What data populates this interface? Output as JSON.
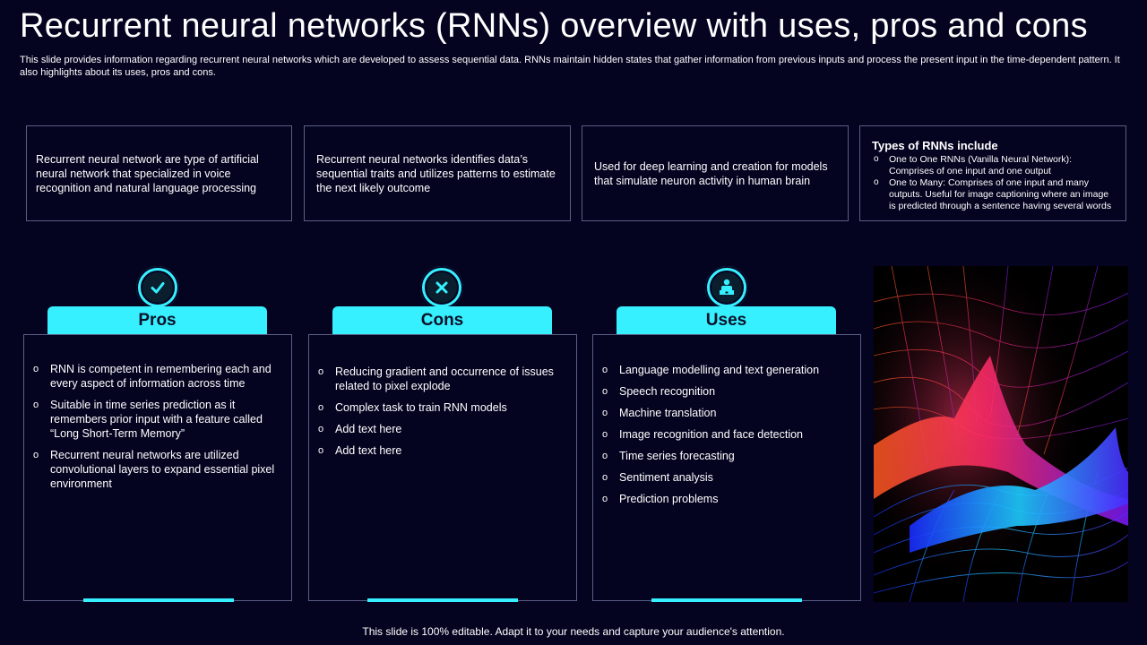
{
  "title": "Recurrent neural networks (RNNs) overview with uses, pros and cons",
  "subtitle": "This slide provides information regarding recurrent neural networks which are developed to assess sequential data. RNNs maintain hidden states that gather information from previous inputs and process the present input in the time-dependent pattern. It also highlights about its uses, pros and cons.",
  "info_boxes": [
    "Recurrent neural network are type of artificial neural network that specialized in voice recognition and natural language processing",
    "Recurrent neural networks identifies data’s sequential traits and utilizes patterns to estimate the next likely outcome",
    "Used for deep learning and creation for models that simulate neuron activity in human brain"
  ],
  "types": {
    "title": "Types of RNNs include",
    "items": [
      "One to One RNNs (Vanilla Neural Network): Comprises of one input and one output",
      "One to Many: Comprises of one input and many outputs. Useful for image captioning where an image is predicted through a sentence having several words"
    ]
  },
  "pros": {
    "label": "Pros",
    "icon": "check-icon",
    "items": [
      "RNN is competent in remembering each and every aspect of information across time",
      "Suitable in time series prediction as it remembers prior input with a feature called “Long Short-Term Memory”",
      "Recurrent neural networks are utilized convolutional layers to expand essential pixel environment"
    ]
  },
  "cons": {
    "label": "Cons",
    "icon": "x-icon",
    "items": [
      "Reducing gradient and occurrence of issues related to pixel explode",
      "Complex task to train RNN models",
      "Add text here",
      "Add text here"
    ]
  },
  "uses": {
    "label": "Uses",
    "icon": "user-desk-icon",
    "items": [
      "Language modelling and text generation",
      "Speech recognition",
      "Machine translation",
      "Image recognition and face detection",
      "Time series forecasting",
      "Sentiment analysis",
      "Prediction problems"
    ]
  },
  "footer": "This slide is 100% editable. Adapt it to your needs and capture your audience's attention.",
  "colors": {
    "background": "#040320",
    "accent": "#36f0ff",
    "border": "#5a5f86"
  }
}
